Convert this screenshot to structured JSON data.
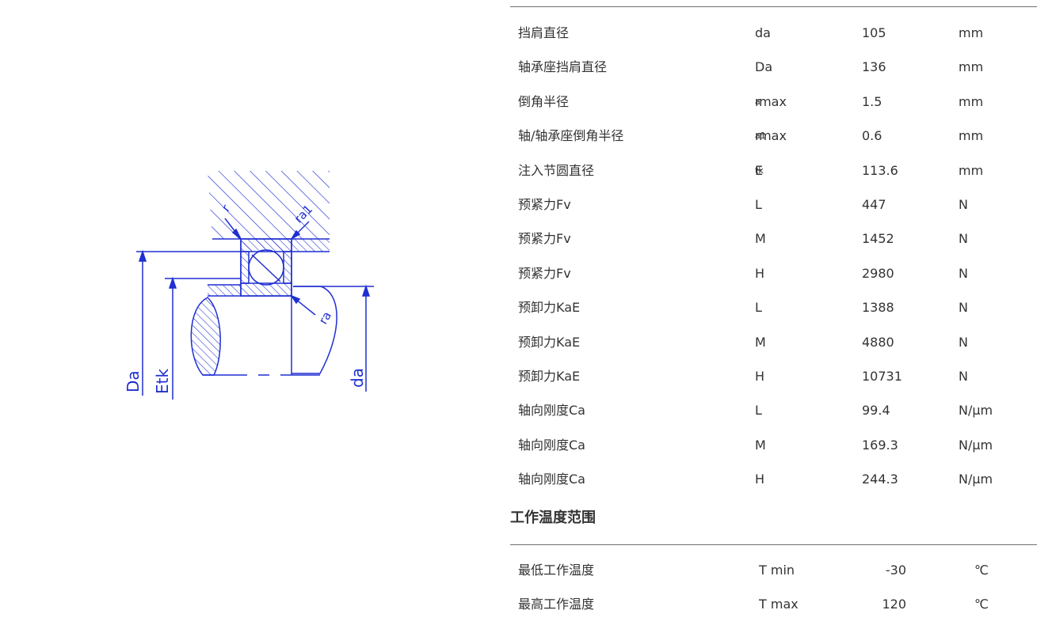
{
  "drawing": {
    "labels": {
      "r": "r",
      "ra1": "ra1",
      "ra": "ra",
      "Da": "Da",
      "Etk": "Etk",
      "da": "da"
    },
    "line_color": "#1f2fd1"
  },
  "specs": [
    {
      "name": "挡肩直径",
      "symbol": "da",
      "value": "105",
      "unit": "mm"
    },
    {
      "name": "轴承座挡肩直径",
      "symbol": "Da",
      "value": "136",
      "unit": "mm"
    },
    {
      "name": "倒角半径",
      "symbol_base": "r",
      "symbol_sub": "a",
      "symbol_suffix": " max",
      "value": "1.5",
      "unit": "mm"
    },
    {
      "name": "轴/轴承座倒角半径",
      "symbol_base": "r",
      "symbol_sub": "a1",
      "symbol_suffix": " max",
      "value": "0.6",
      "unit": "mm"
    },
    {
      "name": "注入节圆直径",
      "symbol_base": "E",
      "symbol_sub": "tk",
      "symbol_suffix": "",
      "value": "113.6",
      "unit": "mm"
    },
    {
      "name": "预紧力Fv",
      "symbol": "L",
      "value": "447",
      "unit": "N"
    },
    {
      "name": "预紧力Fv",
      "symbol": "M",
      "value": "1452",
      "unit": "N"
    },
    {
      "name": "预紧力Fv",
      "symbol": "H",
      "value": "2980",
      "unit": "N"
    },
    {
      "name": "预卸力KaE",
      "symbol": "L",
      "value": "1388",
      "unit": "N"
    },
    {
      "name": "预卸力KaE",
      "symbol": "M",
      "value": "4880",
      "unit": "N"
    },
    {
      "name": "预卸力KaE",
      "symbol": "H",
      "value": "10731",
      "unit": "N"
    },
    {
      "name": "轴向刚度Ca",
      "symbol": "L",
      "value": "99.4",
      "unit": "N/μm"
    },
    {
      "name": "轴向刚度Ca",
      "symbol": "M",
      "value": "169.3",
      "unit": "N/μm"
    },
    {
      "name": "轴向刚度Ca",
      "symbol": "H",
      "value": "244.3",
      "unit": "N/μm"
    }
  ],
  "temperature": {
    "title": "工作温度范围",
    "rows": [
      {
        "name": "最低工作温度",
        "symbol": "T min",
        "value": "-30",
        "unit": "℃"
      },
      {
        "name": "最高工作温度",
        "symbol": "T max",
        "value": "120",
        "unit": "℃"
      }
    ]
  }
}
